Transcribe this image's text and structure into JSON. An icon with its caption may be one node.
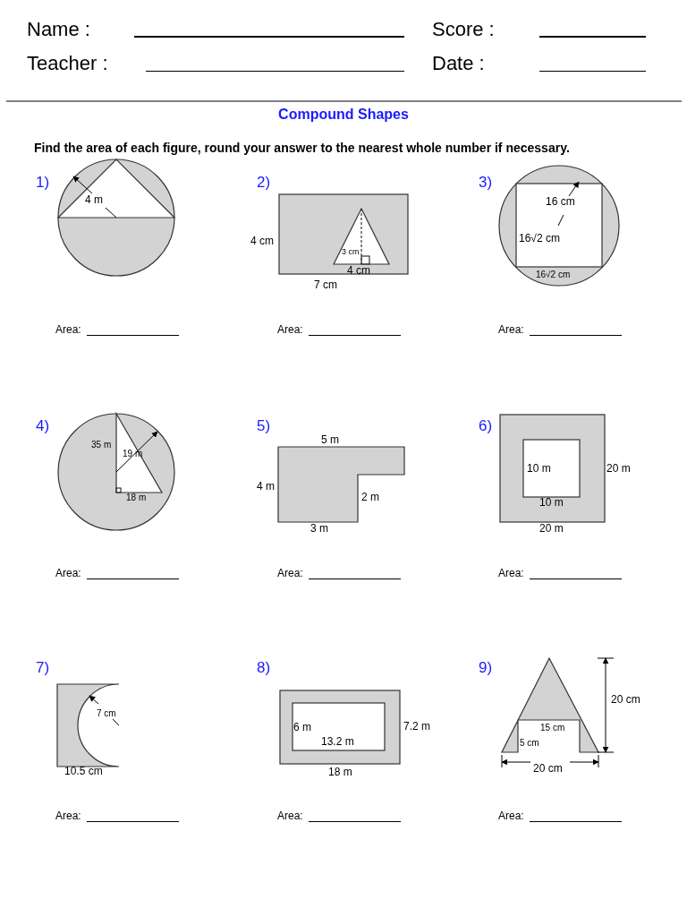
{
  "diagram": {
    "title": "Compound Shapes",
    "labels": [
      "Name :",
      "Score :",
      "Teacher :",
      "Date :",
      "Find the area of each figure, round your answer to the nearest whole number if necessary.",
      "1)",
      "4 m",
      "2)",
      "4 cm",
      "3 cm",
      "4 cm",
      "7 cm",
      "3)",
      "16 cm",
      "16√2 cm",
      "16√2 cm",
      "Area:",
      "Area:",
      "Area:",
      "4)",
      "35 m",
      "19 m",
      "18 m",
      "5)",
      "5 m",
      "4 m",
      "2 m",
      "3 m",
      "6)",
      "10 m",
      "20 m",
      "10 m",
      "20 m",
      "Area:",
      "Area:",
      "Area:",
      "7)",
      "7 cm",
      "10.5 cm",
      "8)",
      "6 m",
      "13.2 m",
      "7.2 m",
      "18 m",
      "9)",
      "20 cm",
      "15 cm",
      "5 cm",
      "20 cm",
      "Area:",
      "Area:",
      "Area:"
    ]
  }
}
